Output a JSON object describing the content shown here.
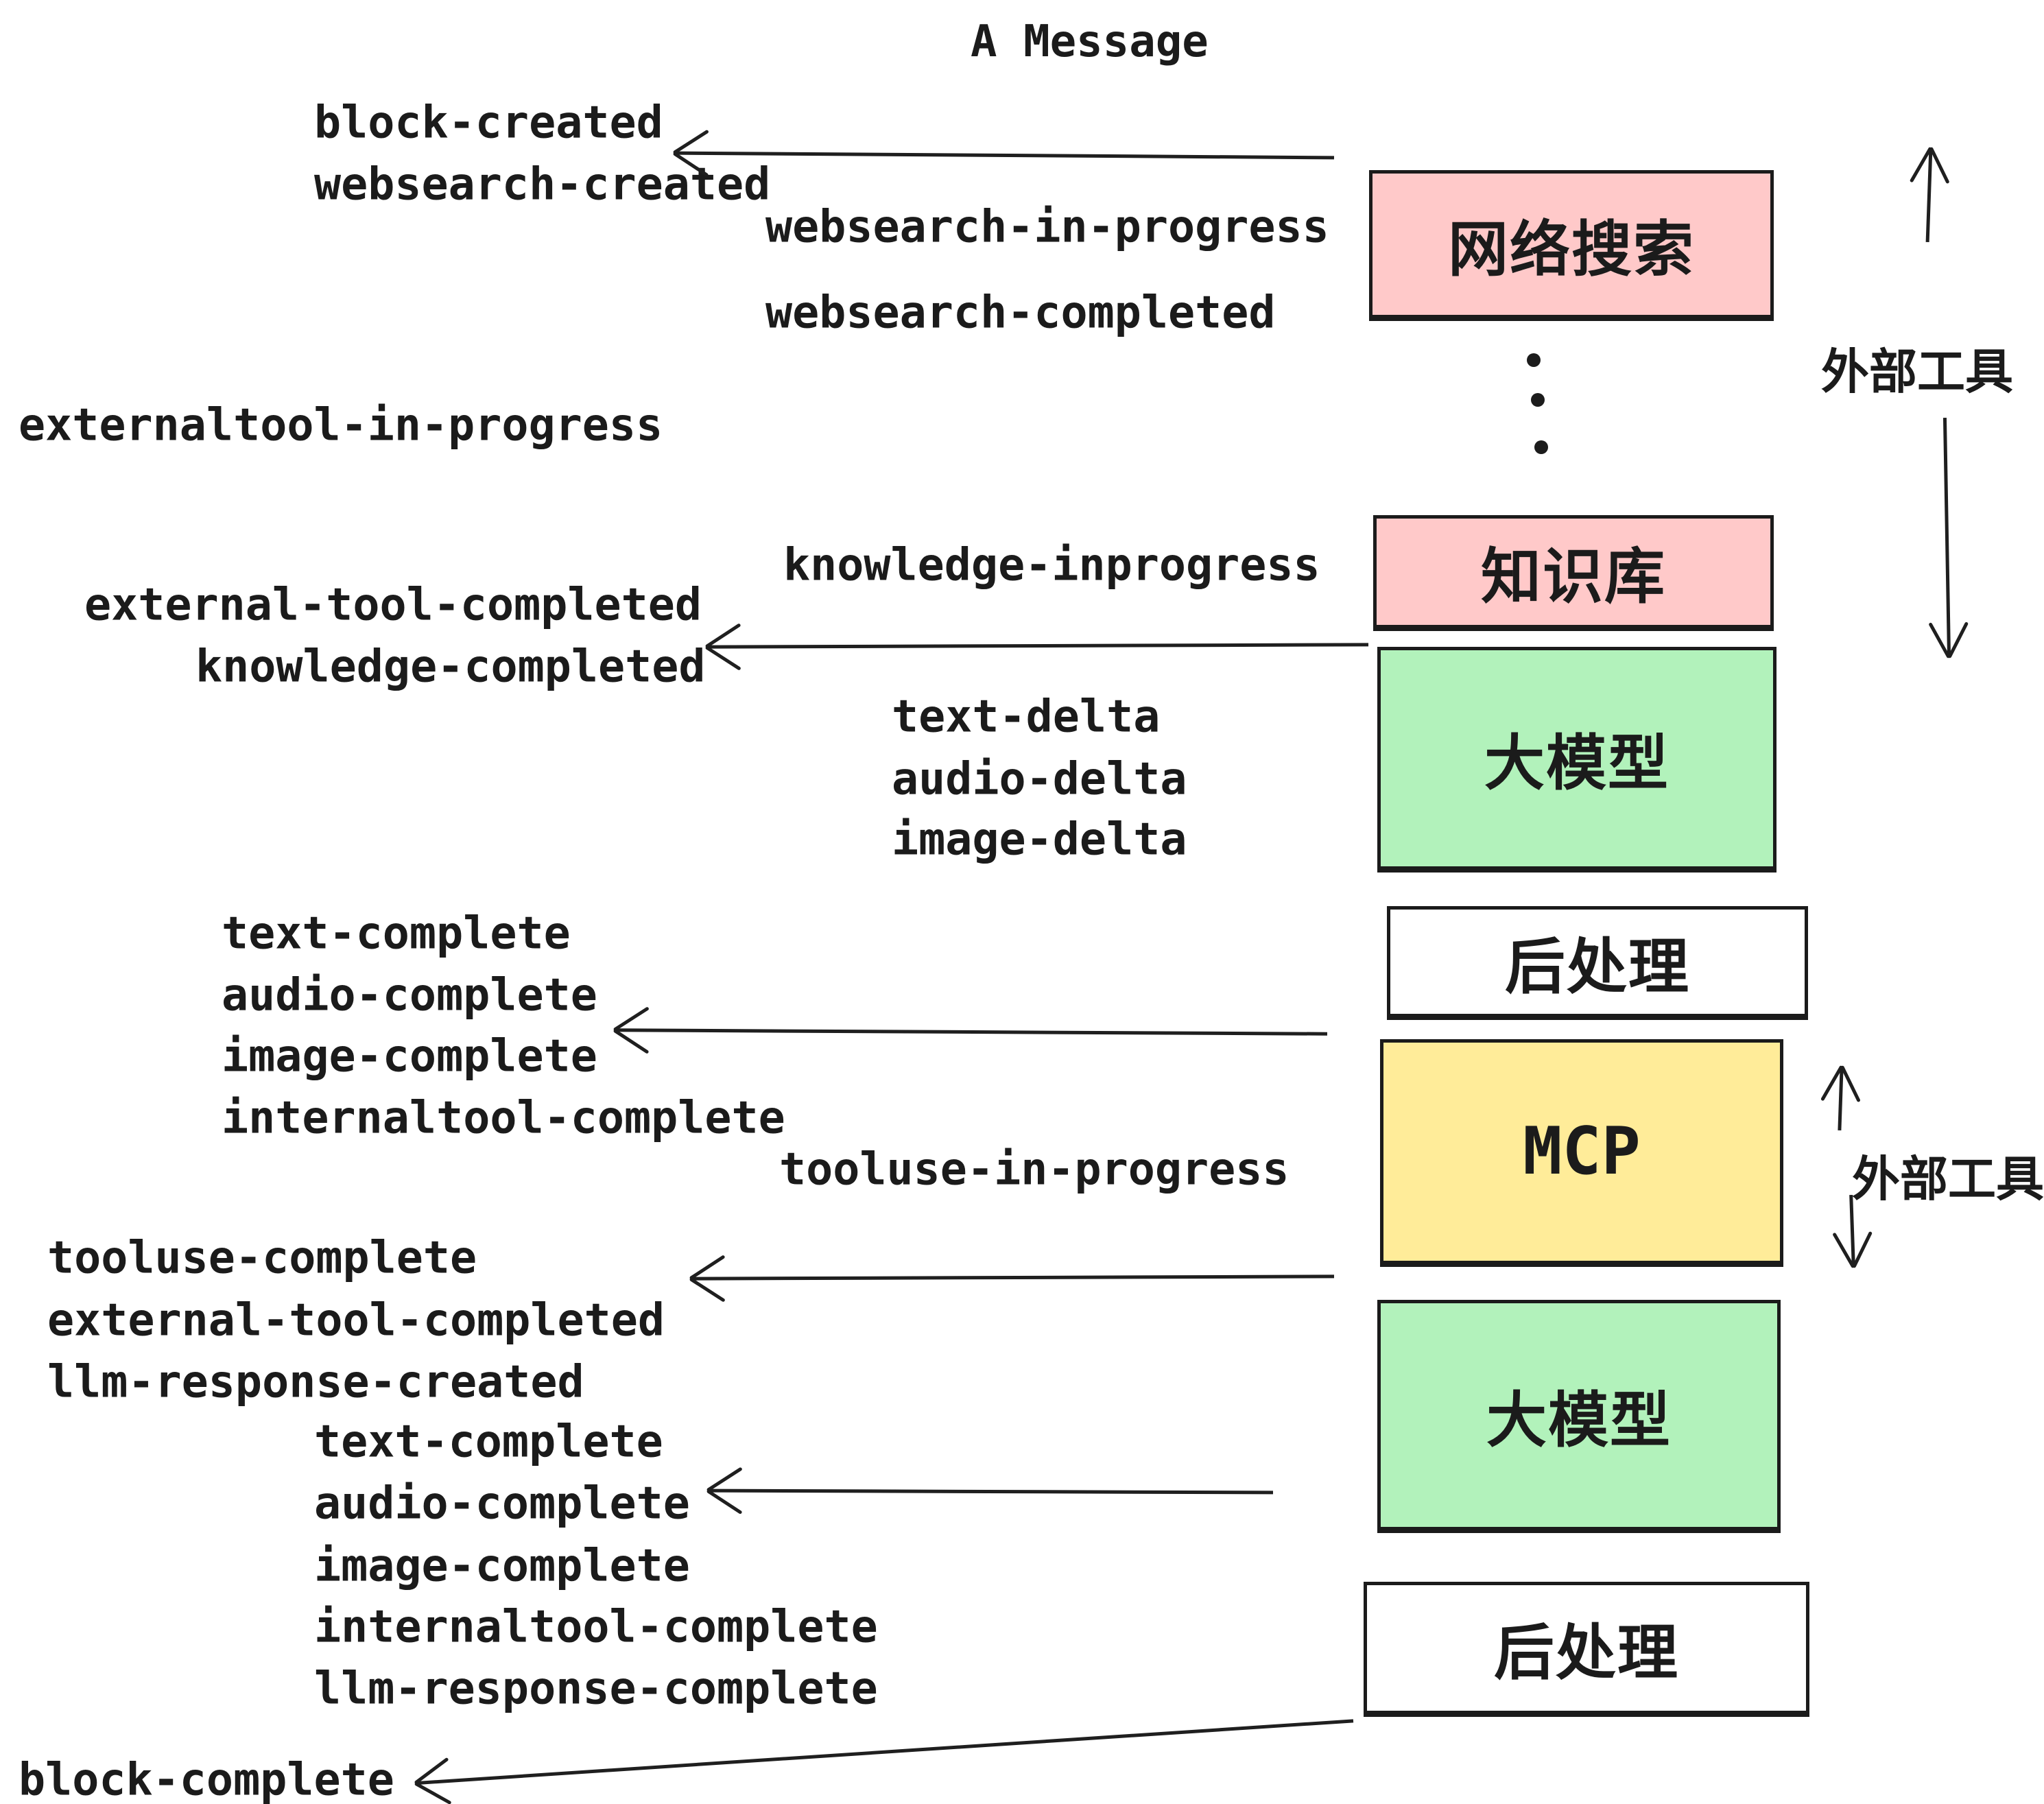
{
  "title": "A Message",
  "colors": {
    "pink": "#ffc9c9",
    "green": "#b2f2bb",
    "yellow": "#ffec99",
    "white": "#ffffff",
    "ink": "#1b1b1b"
  },
  "boxes": [
    {
      "id": "websearch",
      "label": "网络搜索",
      "color": "#ffc9c9"
    },
    {
      "id": "knowledge",
      "label": "知识库",
      "color": "#ffc9c9"
    },
    {
      "id": "llm-1",
      "label": "大模型",
      "color": "#b2f2bb"
    },
    {
      "id": "post-1",
      "label": "后处理",
      "color": "#ffffff"
    },
    {
      "id": "mcp",
      "label": "MCP",
      "color": "#ffec99"
    },
    {
      "id": "llm-2",
      "label": "大模型",
      "color": "#b2f2bb"
    },
    {
      "id": "post-2",
      "label": "后处理",
      "color": "#ffffff"
    }
  ],
  "side_labels": [
    {
      "text": "外部工具"
    },
    {
      "text": "外部工具"
    }
  ],
  "events": [
    {
      "text": "block-created"
    },
    {
      "text": "websearch-created"
    },
    {
      "text": "websearch-in-progress"
    },
    {
      "text": "websearch-completed"
    },
    {
      "text": "externaltool-in-progress"
    },
    {
      "text": "knowledge-inprogress"
    },
    {
      "text": "external-tool-completed"
    },
    {
      "text": "knowledge-completed"
    },
    {
      "text": "text-delta"
    },
    {
      "text": "audio-delta"
    },
    {
      "text": "image-delta"
    },
    {
      "text": "text-complete"
    },
    {
      "text": "audio-complete"
    },
    {
      "text": "image-complete"
    },
    {
      "text": "internaltool-complete"
    },
    {
      "text": "tooluse-in-progress"
    },
    {
      "text": "tooluse-complete"
    },
    {
      "text": "external-tool-completed"
    },
    {
      "text": "llm-response-created"
    },
    {
      "text": "text-complete"
    },
    {
      "text": "audio-complete"
    },
    {
      "text": "image-complete"
    },
    {
      "text": "internaltool-complete"
    },
    {
      "text": "llm-response-complete"
    },
    {
      "text": "block-complete"
    }
  ]
}
